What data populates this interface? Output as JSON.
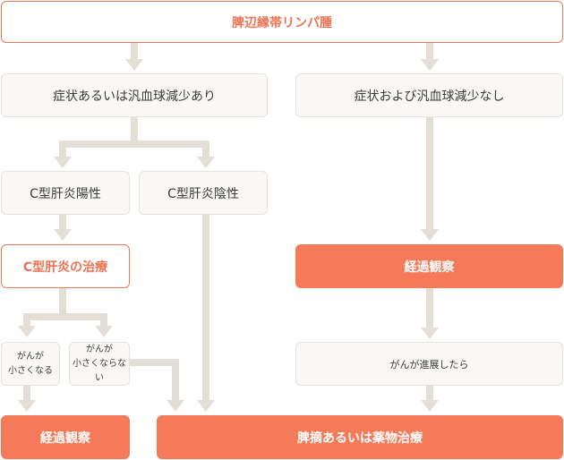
{
  "flowchart": {
    "top": "脾辺縁帯リンパ腫",
    "symptomatic": "症状あるいは汎血球減少あり",
    "asymptomatic": "症状および汎血球減少なし",
    "hcv_positive": "C型肝炎陽性",
    "hcv_negative": "C型肝炎陰性",
    "hcv_treatment": "C型肝炎の治療",
    "observation_right": "経過観察",
    "shrunk": {
      "line1": "がんが",
      "line2": "小さくなる"
    },
    "not_shrunk": {
      "line1": "がんが",
      "line2": "小さくならない"
    },
    "progressed": "がんが進展したら",
    "observation_left": "経過観察",
    "splenectomy_or_drug": "脾摘あるいは薬物治療"
  },
  "colors": {
    "accent": "#f47a5a",
    "connector": "#e3ded6",
    "box_fill": "#f9f8f6"
  }
}
